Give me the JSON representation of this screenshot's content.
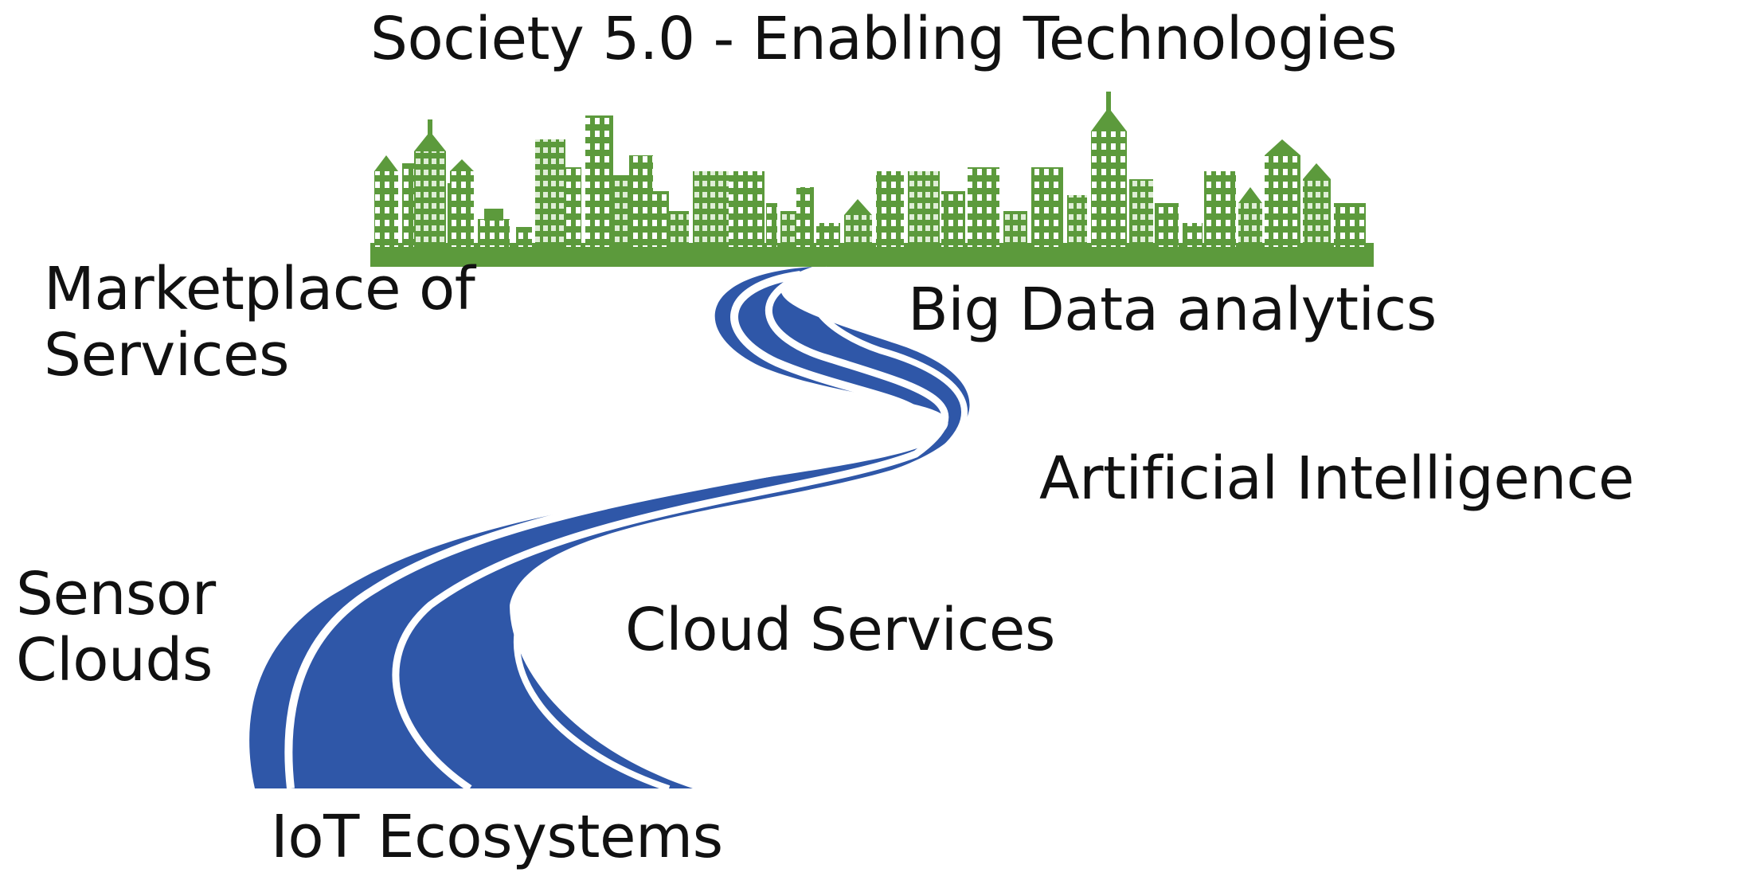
{
  "title": "Society 5.0 - Enabling Technologies",
  "labels": {
    "marketplace": {
      "line1": "Marketplace of",
      "line2": "Services"
    },
    "big_data": "Big Data analytics",
    "ai": "Artificial Intelligence",
    "sensor": {
      "line1": "Sensor",
      "line2": "Clouds"
    },
    "cloud": "Cloud Services",
    "iot": "IoT Ecosystems"
  },
  "colors": {
    "skyline": "#5c9a3c",
    "skyline_window": "#ffffff",
    "road": "#2f57a8",
    "road_dark": "#233f86",
    "road_line": "#ffffff",
    "text": "#111111"
  },
  "icons": {
    "skyline": "city-skyline-illustration",
    "road": "winding-road-illustration"
  }
}
